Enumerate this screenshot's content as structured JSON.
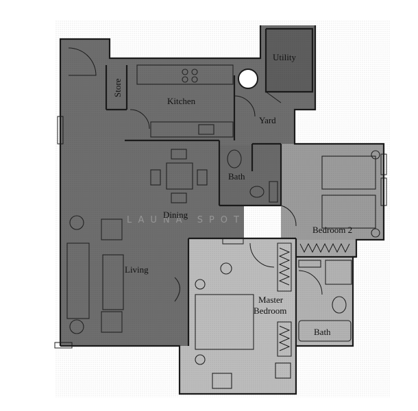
{
  "colors": {
    "dark_zone": "#6e6e6e",
    "mid_zone": "#9c9c9c",
    "light_zone": "#bdbdbd",
    "wall": "#1a1a1a",
    "background": "#ffffff"
  },
  "rooms": {
    "utility": "Utility",
    "store": "Store",
    "kitchen": "Kitchen",
    "yard": "Yard",
    "bath_small": "Bath",
    "dining": "Dining",
    "bedroom2": "Bedroom 2",
    "living": "Living",
    "master_line1": "Master",
    "master_line2": "Bedroom",
    "bath_master": "Bath"
  },
  "watermark": "LAUNA SPOT"
}
